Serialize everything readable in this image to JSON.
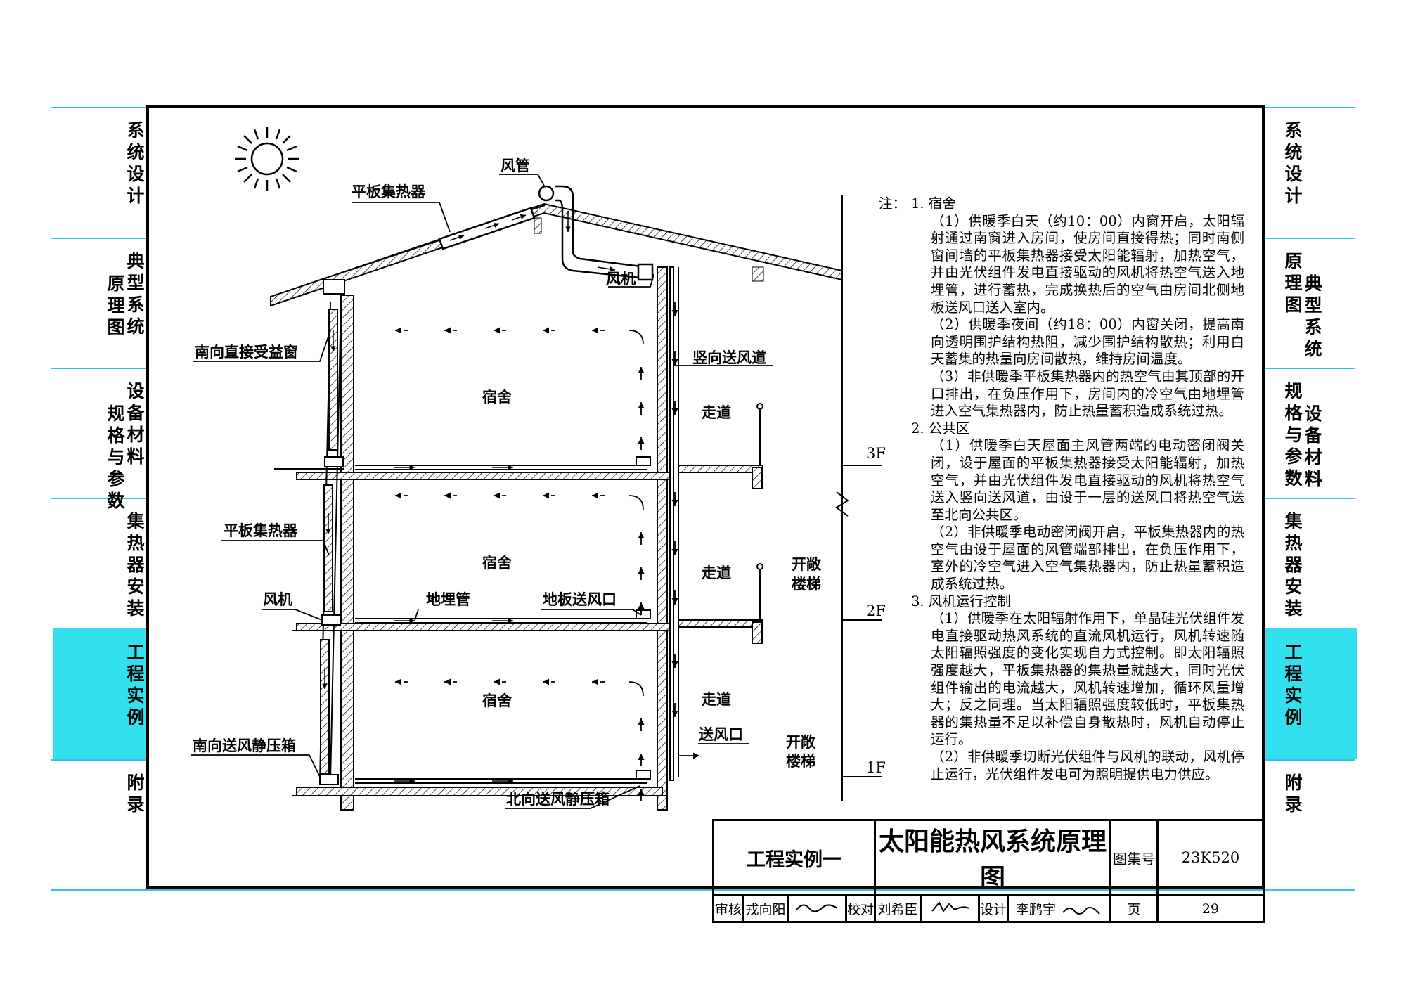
{
  "side_tabs_left": [
    {
      "cols": [
        "系统设计"
      ]
    },
    {
      "cols": [
        "典型系统",
        "原理图"
      ]
    },
    {
      "cols": [
        "设备材料",
        "规格与参数"
      ]
    },
    {
      "cols": [
        "集热器安装"
      ]
    },
    {
      "cols": [
        "工程实例"
      ],
      "active": true
    },
    {
      "cols": [
        "附录"
      ]
    }
  ],
  "side_tabs_right": [
    {
      "cols": [
        "系统设计"
      ]
    },
    {
      "cols": [
        "原理图",
        "典型系统"
      ]
    },
    {
      "cols": [
        "规格与参数",
        "设备材料"
      ]
    },
    {
      "cols": [
        "集热器安装"
      ]
    },
    {
      "cols": [
        "工程实例"
      ],
      "active": true
    },
    {
      "cols": [
        "附录"
      ]
    }
  ],
  "diagram": {
    "labels": {
      "roof_collector": "平板集热器",
      "duct": "风管",
      "fan_roof": "风机",
      "south_window": "南向直接受益窗",
      "vertical_duct": "竖向送风道",
      "room3": "宿舍",
      "room2": "宿舍",
      "room1": "宿舍",
      "corr3": "走道",
      "corr2": "走道",
      "corr1": "走道",
      "stair2a": "开敞",
      "stair2b": "楼梯",
      "stair1a": "开敞",
      "stair1b": "楼梯",
      "wall_collector": "平板集热器",
      "fan_wall": "风机",
      "buried_pipe": "地埋管",
      "floor_outlet": "地板送风口",
      "south_box": "南向送风静压箱",
      "outlet": "送风口",
      "north_box": "北向送风静压箱",
      "f3": "3F",
      "f2": "2F",
      "f1": "1F"
    }
  },
  "notes": {
    "head": "注：",
    "sections": [
      {
        "title": "1. 宿舍",
        "paras": [
          "（1）供暖季白天（约10：00）内窗开启，太阳辐射通过南窗进入房间，使房间直接得热；同时南侧窗间墙的平板集热器接受太阳能辐射，加热空气，并由光伏组件发电直接驱动的风机将热空气送入地埋管，进行蓄热，完成换热后的空气由房间北侧地板送风口送入室内。",
          "（2）供暖季夜间（约18：00）内窗关闭，提高南向透明围护结构热阻，减少围护结构散热；利用白天蓄集的热量向房间散热，维持房间温度。",
          "（3）非供暖季平板集热器内的热空气由其顶部的开口排出，在负压作用下，房间内的冷空气由地埋管进入空气集热器内，防止热量蓄积造成系统过热。"
        ]
      },
      {
        "title": "2. 公共区",
        "paras": [
          "（1）供暖季白天屋面主风管两端的电动密闭阀关闭，设于屋面的平板集热器接受太阳能辐射，加热空气，并由光伏组件发电直接驱动的风机将热空气送入竖向送风道，由设于一层的送风口将热空气送至北向公共区。",
          "（2）非供暖季电动密闭阀开启，平板集热器内的热空气由设于屋面的风管端部排出，在负压作用下，室外的冷空气进入空气集热器内，防止热量蓄积造成系统过热。"
        ]
      },
      {
        "title": "3. 风机运行控制",
        "paras": [
          "（1）供暖季在太阳辐射作用下，单晶硅光伏组件发电直接驱动热风系统的直流风机运行，风机转速随太阳辐照强度的变化实现自力式控制。即太阳辐照强度越大，平板集热器的集热量就越大，同时光伏组件输出的电流越大，风机转速增加，循环风量增大；反之同理。当太阳辐照强度较低时，平板集热器的集热量不足以补偿自身散热时，风机自动停止运行。",
          "（2）非供暖季切断光伏组件与风机的联动，风机停止运行，光伏组件发电可为照明提供电力供应。"
        ]
      }
    ]
  },
  "title_block": {
    "project": "工程实例一",
    "title": "太阳能热风系统原理图",
    "atlas_label": "图集号",
    "atlas_no": "23K520",
    "review_label": "审核",
    "review_name": "戎向阳",
    "check_label": "校对",
    "check_name": "刘希臣",
    "design_label": "设计",
    "design_name": "李鹏宇",
    "page_label": "页",
    "page_no": "29"
  }
}
